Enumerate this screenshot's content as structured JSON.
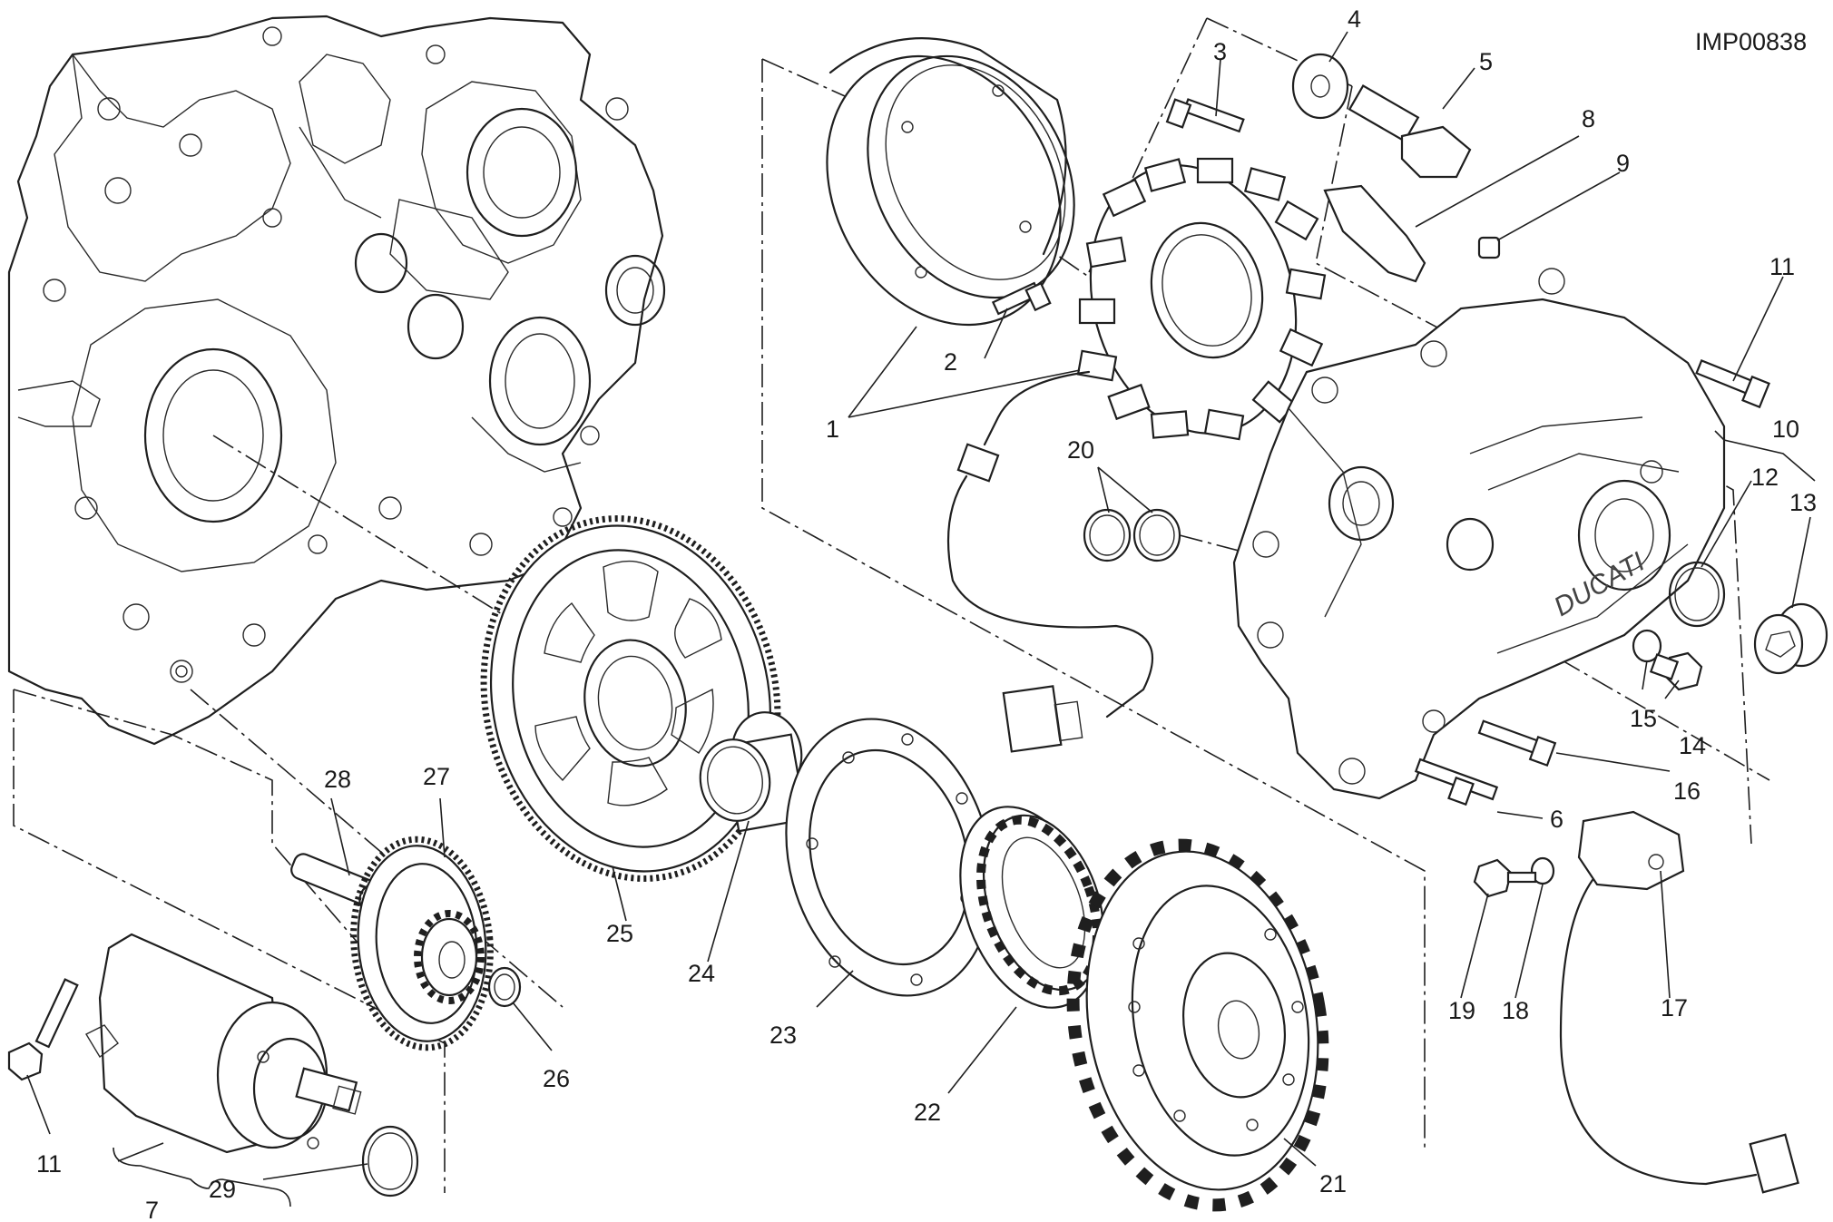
{
  "drawing_code": "IMP00838",
  "callouts": {
    "p1": "1",
    "p2": "2",
    "p3": "3",
    "p4": "4",
    "p5": "5",
    "p6": "6",
    "p7": "7",
    "p8": "8",
    "p9": "9",
    "p10": "10",
    "p11a": "11",
    "p11b": "11",
    "p12": "12",
    "p13": "13",
    "p14": "14",
    "p15": "15",
    "p16": "16",
    "p17": "17",
    "p18": "18",
    "p19": "19",
    "p20": "20",
    "p21": "21",
    "p22": "22",
    "p23": "23",
    "p24": "24",
    "p25": "25",
    "p26": "26",
    "p27": "27",
    "p28": "28",
    "p29": "29"
  },
  "brand_mark": "DUCATI"
}
